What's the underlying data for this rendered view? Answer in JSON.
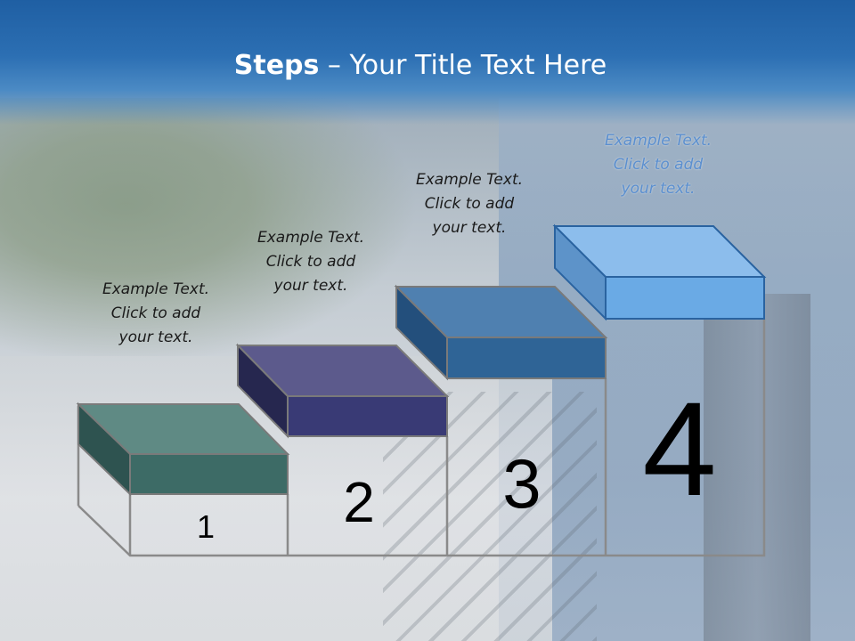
{
  "slide": {
    "title_bold": "Steps",
    "title_rest": " – Your Title Text Here"
  },
  "steps": [
    {
      "number": "1",
      "caption": [
        "Example Text.",
        "Click  to add",
        "your text."
      ],
      "color": "#3d6b66"
    },
    {
      "number": "2",
      "caption": [
        "Example Text.",
        "Click  to add",
        "your text."
      ],
      "color": "#393a75"
    },
    {
      "number": "3",
      "caption": [
        "Example Text.",
        "Click  to add",
        "your text."
      ],
      "color": "#2f6496"
    },
    {
      "number": "4",
      "caption": [
        "Example Text.",
        "Click  to add",
        "your text."
      ],
      "color": "#6aaae5"
    }
  ]
}
